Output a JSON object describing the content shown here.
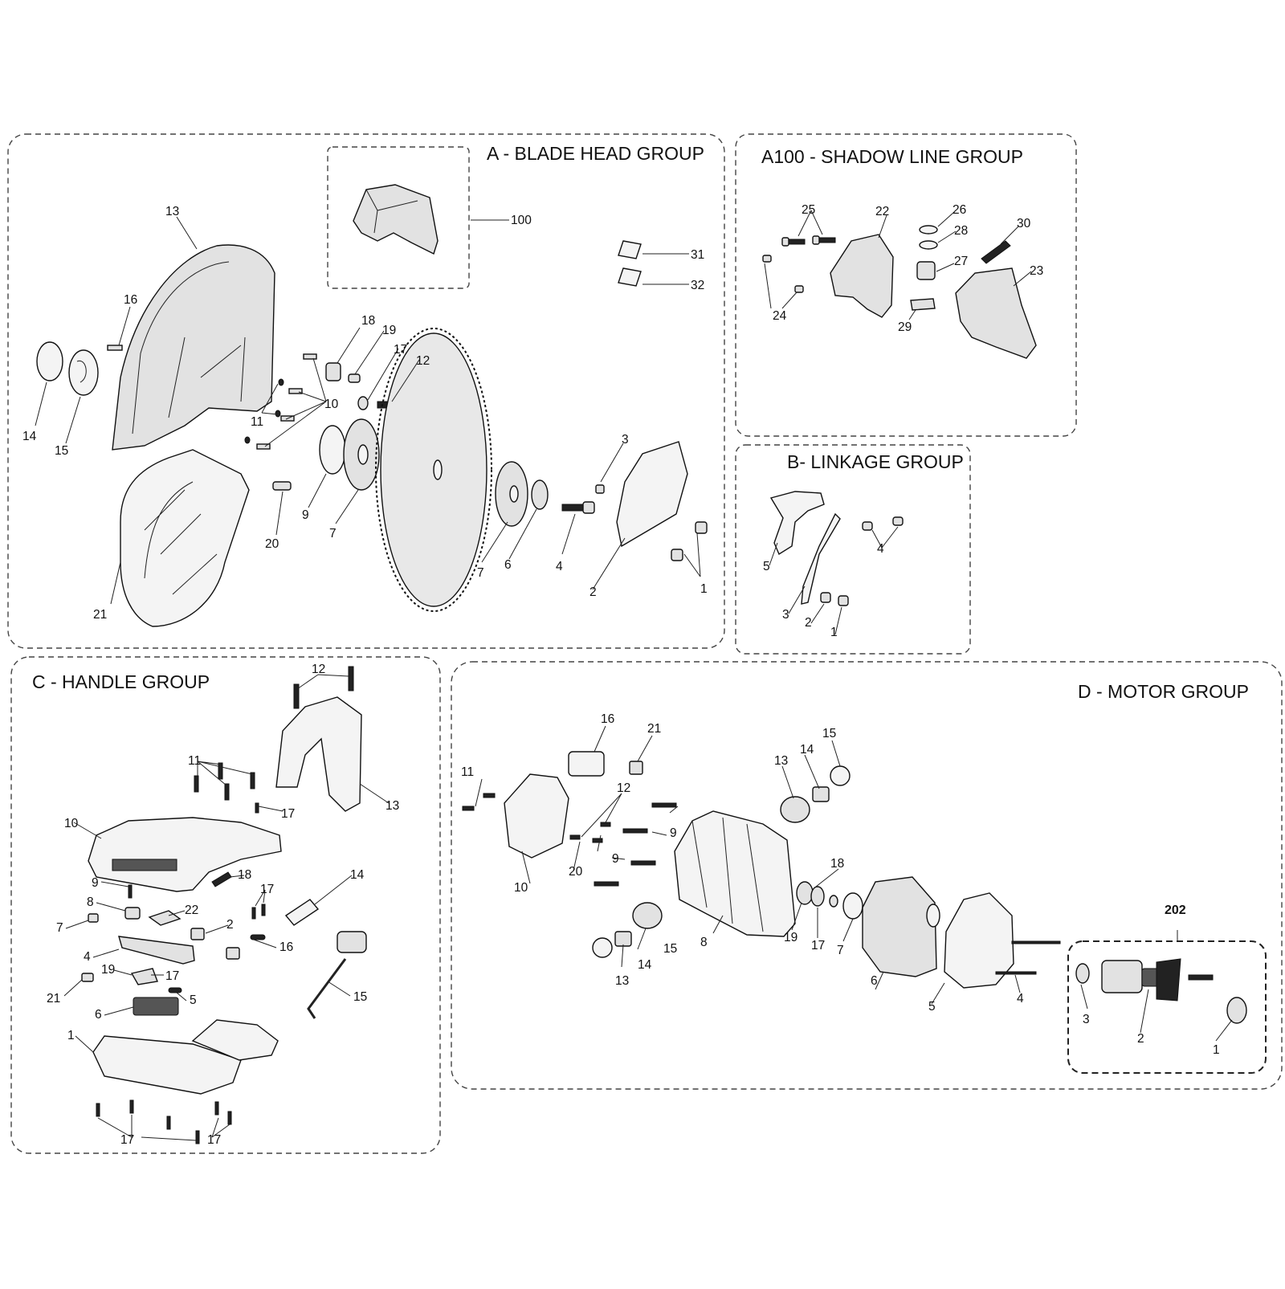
{
  "groups": {
    "a": {
      "title": "A - BLADE HEAD GROUP"
    },
    "a100": {
      "title": "A100 - SHADOW LINE GROUP"
    },
    "b": {
      "title": "B- LINKAGE GROUP"
    },
    "c": {
      "title": "C - HANDLE GROUP"
    },
    "d": {
      "title": "D - MOTOR GROUP"
    },
    "d202": {
      "title": "202"
    }
  },
  "callouts": {
    "a": [
      "13",
      "100",
      "31",
      "32",
      "16",
      "18",
      "19",
      "17",
      "12",
      "10",
      "11",
      "14",
      "15",
      "9",
      "7",
      "20",
      "21",
      "3",
      "7",
      "6",
      "4",
      "2",
      "1"
    ],
    "a100": [
      "25",
      "22",
      "26",
      "28",
      "30",
      "27",
      "23",
      "24",
      "29"
    ],
    "b": [
      "5",
      "4",
      "3",
      "2",
      "1"
    ],
    "c": [
      "12",
      "11",
      "17",
      "13",
      "10",
      "18",
      "17",
      "14",
      "9",
      "8",
      "22",
      "7",
      "2",
      "16",
      "4",
      "19",
      "17",
      "21",
      "5",
      "6",
      "15",
      "1",
      "17",
      "17"
    ],
    "d": [
      "16",
      "21",
      "15",
      "11",
      "12",
      "14",
      "13",
      "9",
      "10",
      "20",
      "9",
      "18",
      "19",
      "17",
      "7",
      "15",
      "14",
      "13",
      "8",
      "6",
      "5",
      "4",
      "3",
      "2",
      "1"
    ]
  }
}
